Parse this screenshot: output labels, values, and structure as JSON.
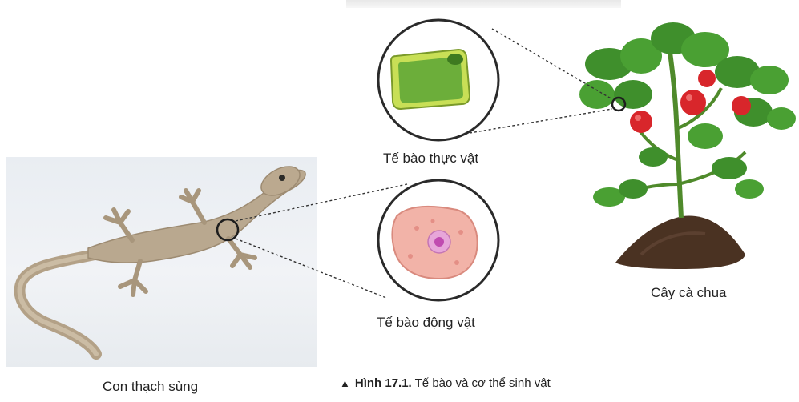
{
  "labels": {
    "plant_cell": "Tế bào thực vật",
    "animal_cell": "Tế bào động vật",
    "tomato": "Cây cà chua",
    "lizard": "Con thạch sùng"
  },
  "caption": {
    "marker": "▲",
    "number": "Hình 17.1.",
    "text": "Tế bào và cơ thể sinh vật"
  },
  "colors": {
    "plant_cell_wall": "#c8df56",
    "plant_cytoplasm": "#6cae3a",
    "animal_cell": "#f2b3a8",
    "animal_nucleus": "#c04bb0",
    "tomato_fruit": "#d8262b",
    "leaf": "#3f8f2c",
    "soil": "#4a3222",
    "lizard": "#b9a88f"
  }
}
